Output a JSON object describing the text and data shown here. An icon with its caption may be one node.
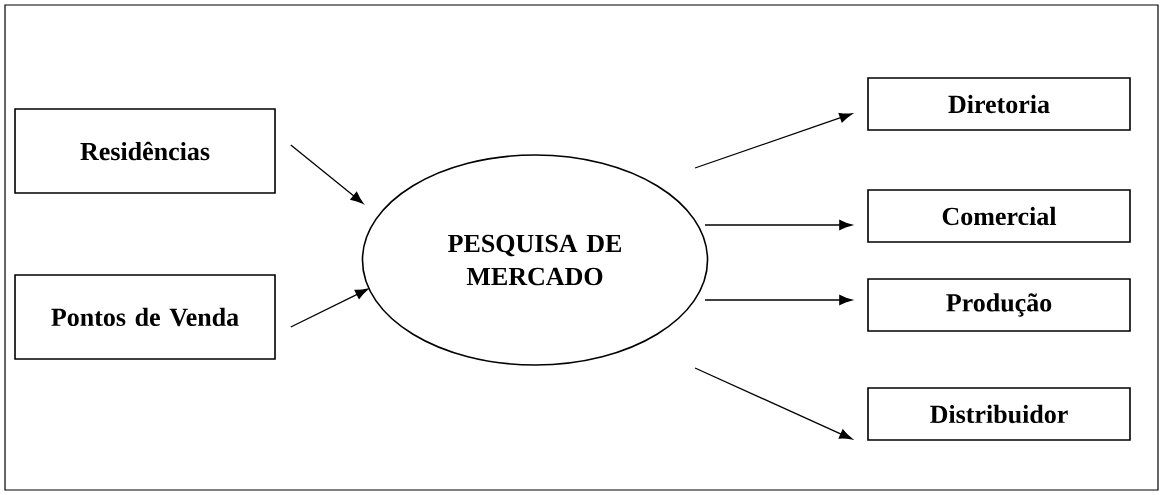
{
  "diagram": {
    "nodes": [
      {
        "text": [
          "Residências"
        ]
      },
      {
        "text": [
          "Pontos de Venda"
        ]
      },
      {
        "text": [
          "PESQUISA DE MERCADO"
        ]
      },
      {
        "text": [
          "Diretoria"
        ]
      },
      {
        "text": [
          "Comercial"
        ]
      },
      {
        "text": [
          "Produção"
        ]
      },
      {
        "text": [
          "Distribuidor"
        ]
      }
    ],
    "edges": [
      {
        "from": 0,
        "to": 2,
        "arrow": "to"
      },
      {
        "from": 1,
        "to": 2,
        "arrow": "to"
      },
      {
        "from": 2,
        "to": 3,
        "arrow": "to"
      },
      {
        "from": 2,
        "to": 4,
        "arrow": "to"
      },
      {
        "from": 2,
        "to": 5,
        "arrow": "to"
      },
      {
        "from": 2,
        "to": 6,
        "arrow": "to"
      }
    ]
  }
}
